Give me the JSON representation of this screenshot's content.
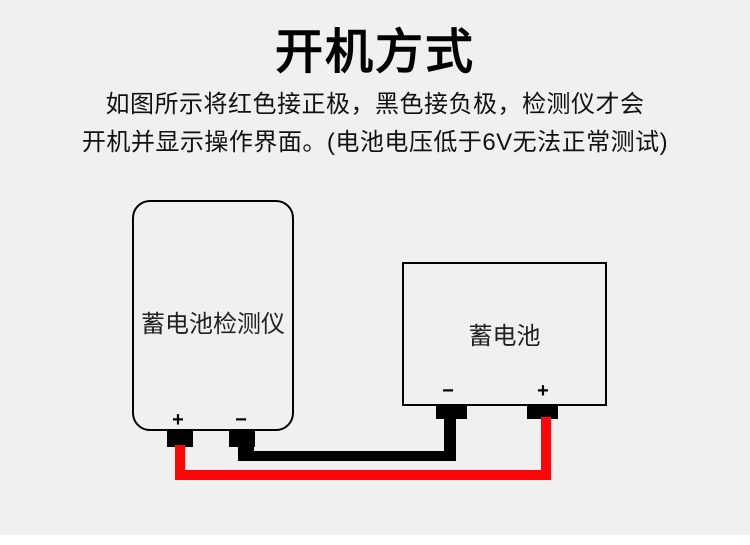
{
  "header": {
    "title": "开机方式",
    "subtitle_line1": "如图所示将红色接正极，黑色接负极，检测仪才会",
    "subtitle_line2": "开机并显示操作界面。(电池电压低于6V无法正常测试)"
  },
  "diagram": {
    "tester": {
      "label": "蓄电池检测仪",
      "positive_terminal": "+",
      "negative_terminal": "−"
    },
    "battery": {
      "label": "蓄电池",
      "negative_terminal": "−",
      "positive_terminal": "+"
    },
    "colors": {
      "positive_wire": "#ff0505",
      "negative_wire": "#000000",
      "background": "#f0f0f0",
      "bottom_strip": "#ffffff"
    }
  }
}
